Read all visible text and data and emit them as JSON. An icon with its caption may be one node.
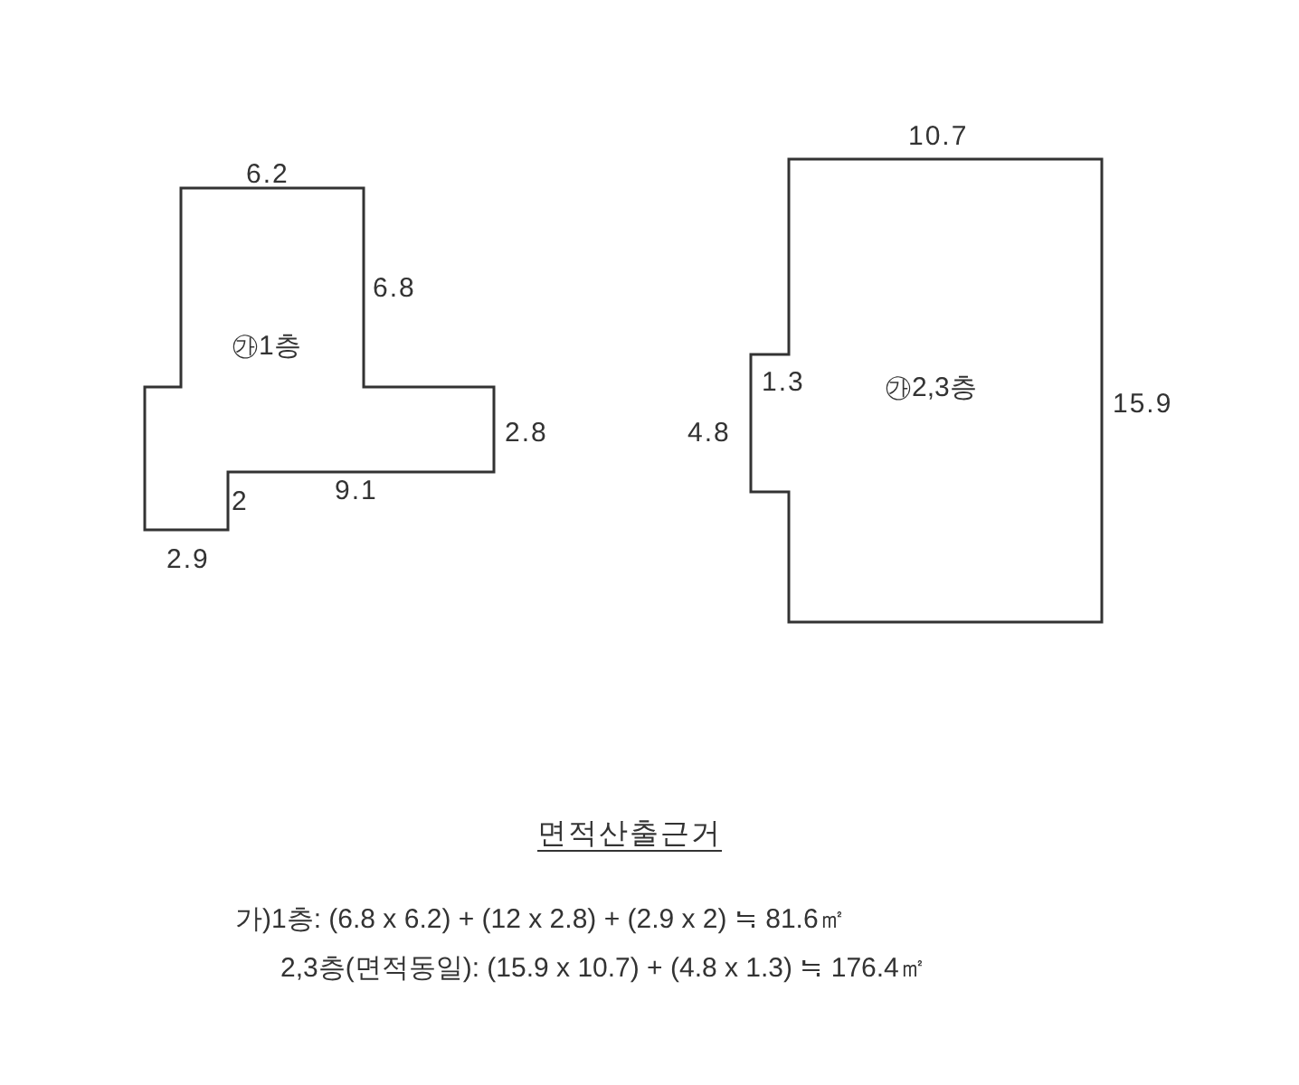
{
  "diagram": {
    "nodes": [
      {
        "text": [
          "㉮1층"
        ]
      },
      {
        "text": [
          "㉮2,3층"
        ]
      }
    ],
    "edges": [],
    "labels": [
      "6.2",
      "6.8",
      "2.8",
      "9.1",
      "2",
      "2.9",
      "10.7",
      "1.3",
      "4.8",
      "15.9",
      "면적산출근거",
      "가)1층: (6.8 x 6.2) + (12 x 2.8) + (2.9 x 2) ≒ 81.6㎡",
      "2,3층(면적동일): (15.9 x 10.7) + (4.8 x 1.3) ≒ 176.4㎡"
    ]
  }
}
